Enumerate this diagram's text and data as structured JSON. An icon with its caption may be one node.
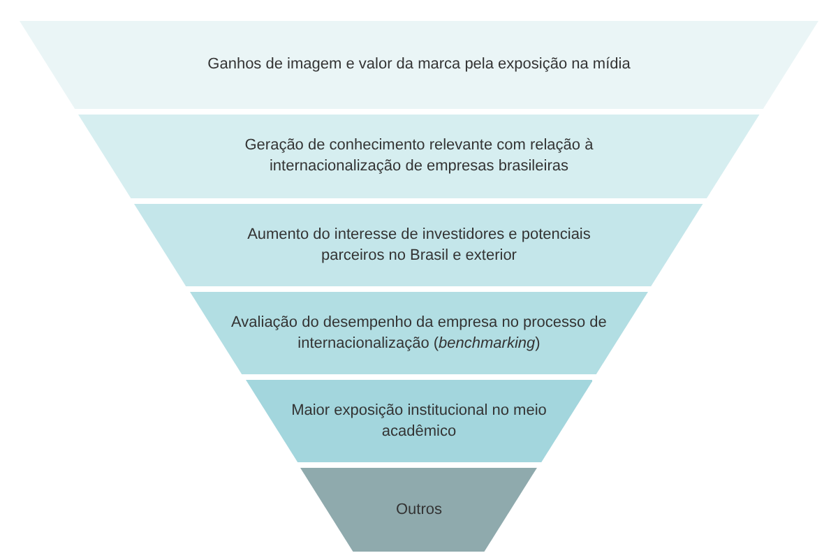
{
  "diagram": {
    "nodes": [
      {
        "text": [
          "Ganhos de imagem e valor da marca pela exposição na mídia"
        ]
      },
      {
        "text": [
          "Geração de conhecimento relevante com relação à internacionalização de empresas brasileiras"
        ]
      },
      {
        "text": [
          "Aumento do interesse de investidores e potenciais parceiros no Brasil e exterior"
        ]
      },
      {
        "text": [
          "Avaliação do desempenho da empresa no processo de internacionalização (*benchmarking*)"
        ]
      },
      {
        "text": [
          "Maior exposição institucional no meio acadêmico"
        ]
      },
      {
        "text": [
          "Outros"
        ]
      }
    ]
  }
}
